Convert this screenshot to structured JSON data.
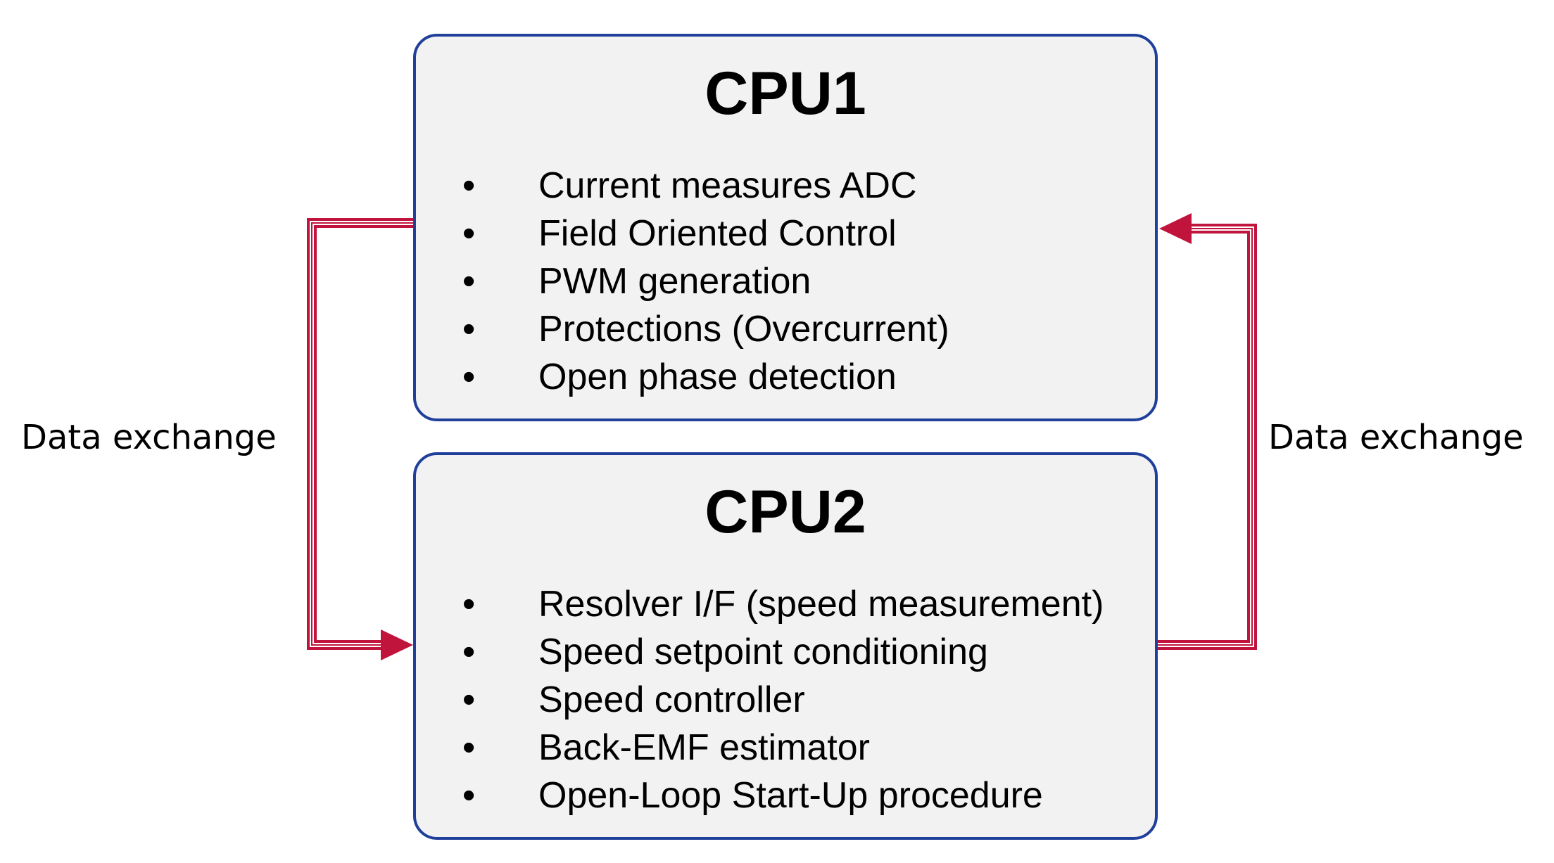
{
  "cpu1": {
    "title": "CPU1",
    "tasks": [
      "Current measures ADC",
      "Field Oriented Control",
      "PWM generation",
      "Protections (Overcurrent)",
      "Open phase detection"
    ]
  },
  "cpu2": {
    "title": "CPU2",
    "tasks": [
      "Resolver I/F (speed measurement)",
      "Speed setpoint conditioning",
      "Speed controller",
      "Back-EMF estimator",
      "Open-Loop Start-Up procedure"
    ]
  },
  "connectors": {
    "left_label": "Data exchange",
    "right_label": "Data exchange",
    "color": "#c0143c"
  },
  "colors": {
    "box_border": "#1f3f9a",
    "box_fill": "#f2f2f2"
  }
}
